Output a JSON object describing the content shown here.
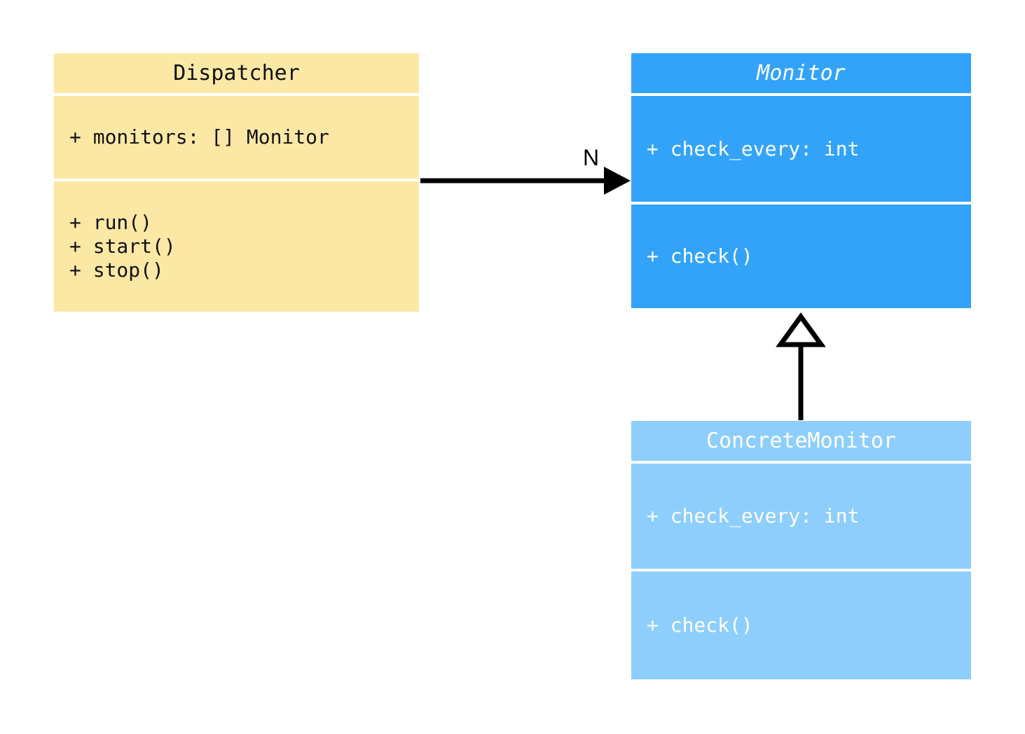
{
  "diagram": {
    "type": "uml-class-diagram",
    "title": "",
    "background": "#ffffff",
    "colors": {
      "dispatcher_fill": "#fce8a5",
      "monitor_fill": "#33a3fa",
      "concrete_monitor_fill": "#8ecefc",
      "divider": "#ffffff",
      "line": "#000000",
      "dark_text": "#111111",
      "light_text": "#ffffff"
    },
    "classes": [
      {
        "id": "dispatcher",
        "name": "Dispatcher",
        "abstract": false,
        "attributes": [
          "+ monitors: [] Monitor"
        ],
        "operations": [
          "+ run()",
          "+ start()",
          "+ stop()"
        ]
      },
      {
        "id": "monitor",
        "name": "Monitor",
        "abstract": true,
        "attributes": [
          "+ check_every: int"
        ],
        "operations": [
          "+ check()"
        ]
      },
      {
        "id": "concrete_monitor",
        "name": "ConcreteMonitor",
        "abstract": false,
        "attributes": [
          "+ check_every: int"
        ],
        "operations": [
          "+ check()"
        ]
      }
    ],
    "relationships": [
      {
        "id": "assoc-dispatcher-monitor",
        "kind": "association",
        "from": "Dispatcher",
        "to": "Monitor",
        "arrowhead": "filled-arrow",
        "label": "N"
      },
      {
        "id": "gen-concrete-monitor",
        "kind": "generalization",
        "from": "ConcreteMonitor",
        "to": "Monitor",
        "arrowhead": "hollow-triangle",
        "label": ""
      }
    ]
  }
}
